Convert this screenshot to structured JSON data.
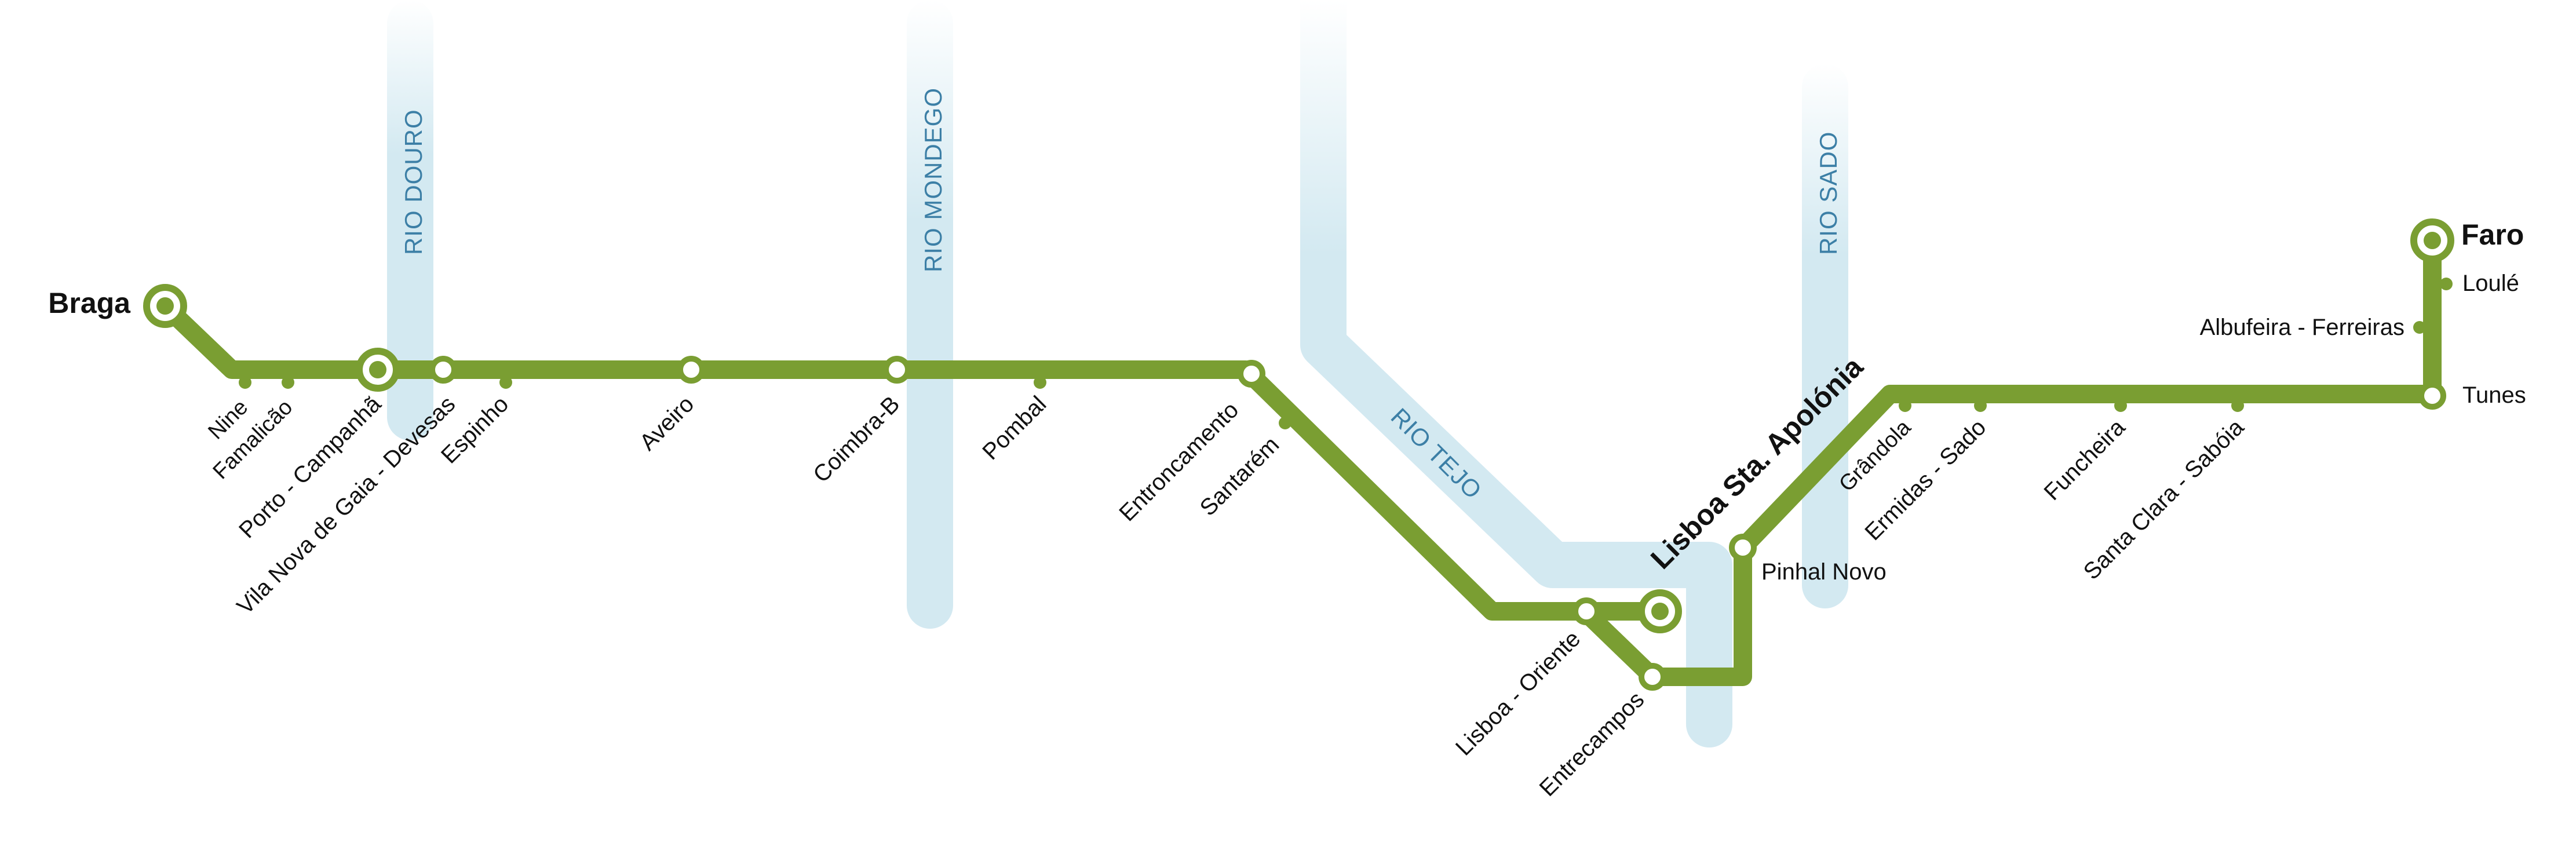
{
  "colors": {
    "line": "#7a9e32",
    "river": "#d3e9f1",
    "river_text": "#3c7fa6",
    "station_fill": "#ffffff"
  },
  "rivers": {
    "douro": "RIO DOURO",
    "mondego": "RIO MONDEGO",
    "tejo": "RIO TEJO",
    "sado": "RIO SADO"
  },
  "stations": {
    "braga": "Braga",
    "nine": "Nine",
    "famalicao": "Famalicão",
    "porto_campanha": "Porto - Campanhã",
    "vila_nova_gaia": "Vila Nova de Gaia - Devesas",
    "espinho": "Espinho",
    "aveiro": "Aveiro",
    "coimbra_b": "Coimbra-B",
    "pombal": "Pombal",
    "entroncamento": "Entroncamento",
    "santarem": "Santarém",
    "lisboa_oriente": "Lisboa - Oriente",
    "lisboa_sta_apolonia": "Lisboa Sta. Apolónia",
    "entrecampos": "Entrecampos",
    "pinhal_novo": "Pinhal Novo",
    "grandola": "Grândola",
    "ermidas_sado": "Ermidas - Sado",
    "funcheira": "Funcheira",
    "santa_clara_saboia": "Santa Clara - Sabóia",
    "tunes": "Tunes",
    "albufeira_ferreiras": "Albufeira -  Ferreiras",
    "loule": "Loulé",
    "faro": "Faro"
  }
}
